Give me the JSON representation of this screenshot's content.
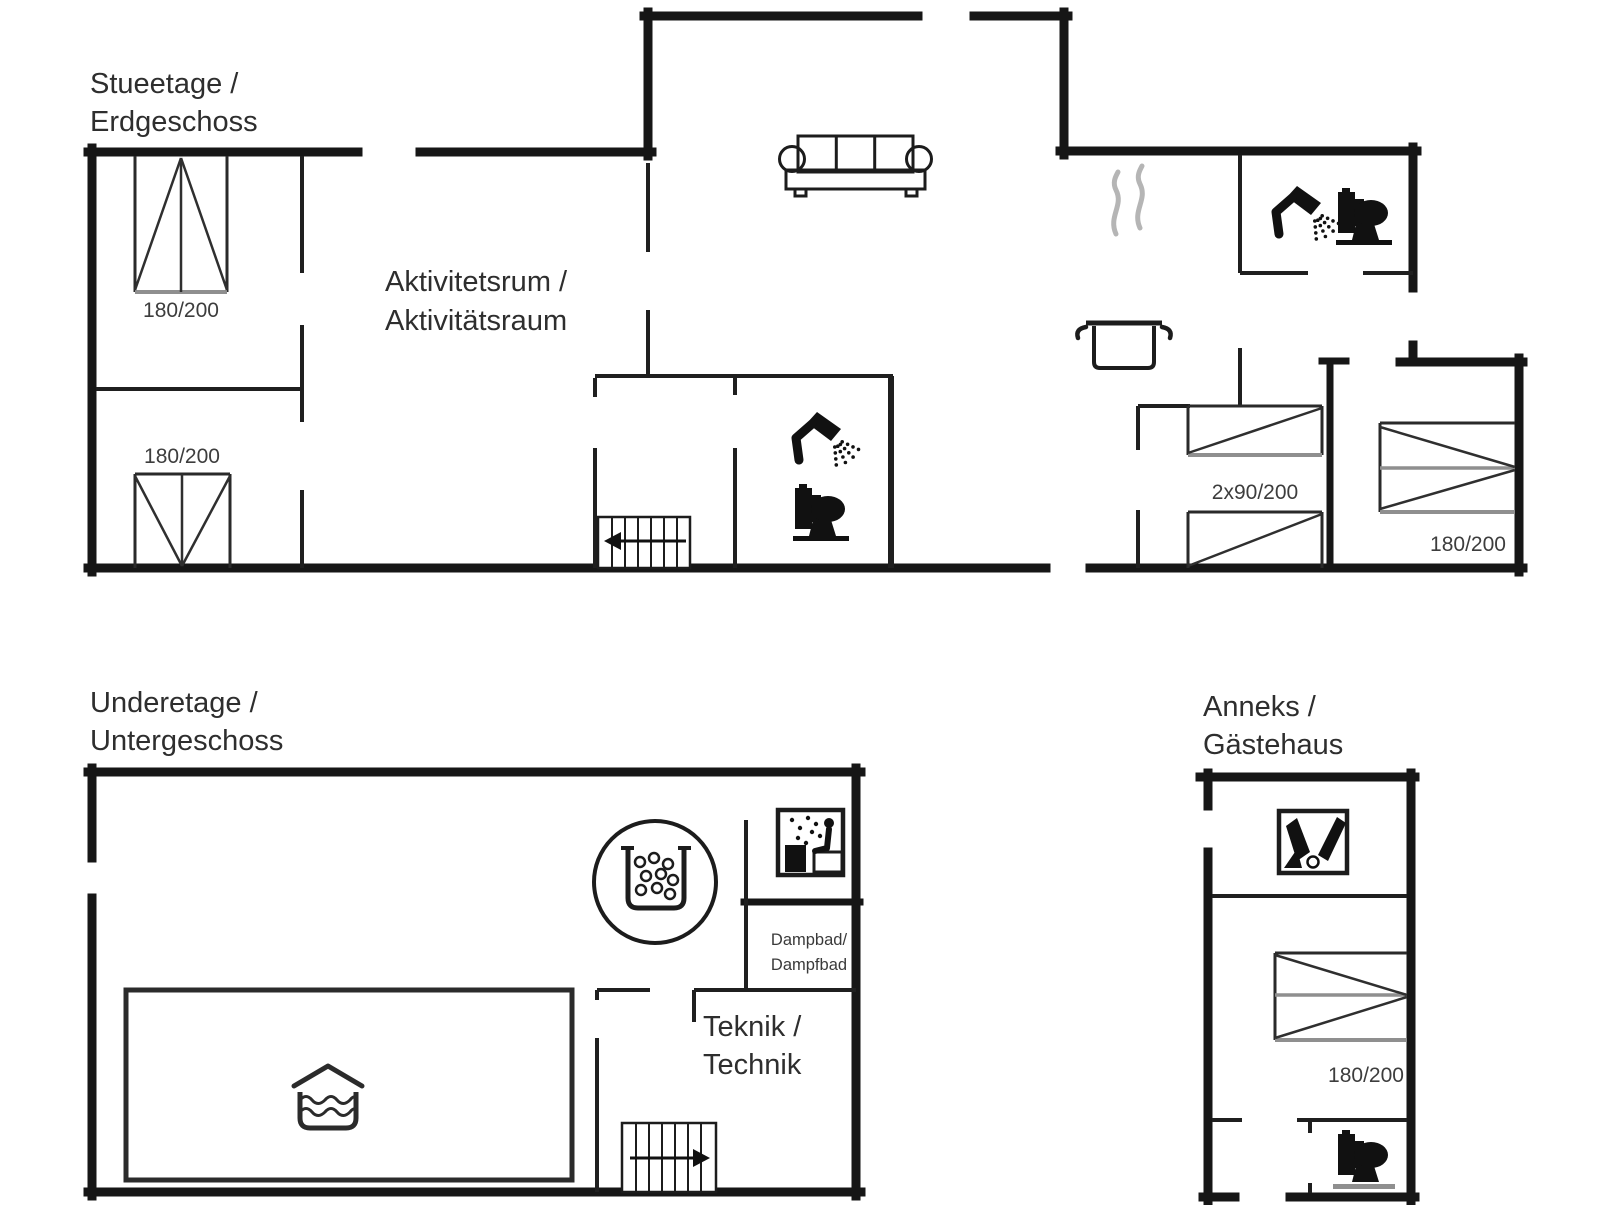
{
  "colors": {
    "wall_ink": "#161616",
    "text_dark": "#2e2e2e",
    "dimension_text": "#3d3d3d",
    "bed_gray": "#8f8f8f",
    "steam_gray": "#b5b5b5",
    "background": "#ffffff"
  },
  "ground_floor": {
    "title1": "Stueetage /",
    "title2": "Erdgeschoss",
    "activity_room1": "Aktivitetsrum /",
    "activity_room2": "Aktivitätsraum",
    "bed1_label": "180/200",
    "bed2_label": "180/200",
    "bed3_label": "2x90/200",
    "bed4_label": "180/200"
  },
  "basement": {
    "title1": "Underetage /",
    "title2": "Untergeschoss",
    "steam_bath1": "Dampbad/",
    "steam_bath2": "Dampfbad",
    "technic1": "Teknik /",
    "technic2": "Technik"
  },
  "annex": {
    "title1": "Anneks /",
    "title2": "Gästehaus",
    "bed_label": "180/200"
  },
  "icons": {
    "sofa": "sofa",
    "cooking_pot": "steaming-pot",
    "shower": "hand-shower-spray",
    "toilet": "toilet",
    "stairs": "staircase-arrow",
    "whirlpool": "whirlpool-bubbles",
    "indoor_pool": "indoor-pool",
    "steam_sauna": "steam-bath-person",
    "wellness": "wellness-equipment",
    "single_bed": "single-bed",
    "double_bed": "double-bed"
  }
}
